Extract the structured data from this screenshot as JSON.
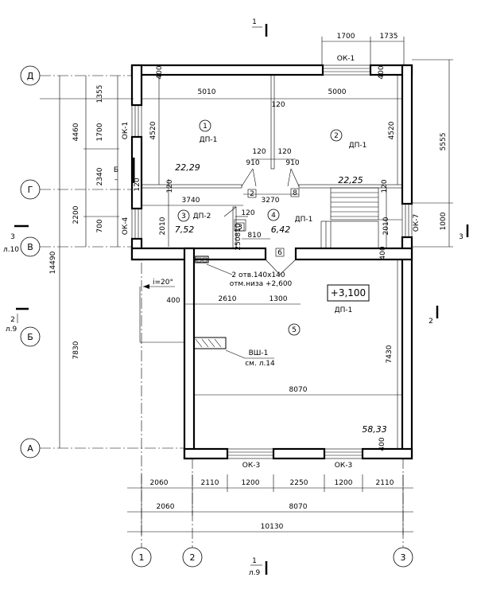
{
  "axes_letters": [
    "Д",
    "Г",
    "В",
    "Б",
    "А"
  ],
  "axes_numbers": [
    "1",
    "2",
    "3"
  ],
  "rooms": [
    {
      "num": "1",
      "label": "ДП-1",
      "area": "22,29"
    },
    {
      "num": "2",
      "label": "ДП-1",
      "area": "22,25"
    },
    {
      "num": "3",
      "label": "ДП-2",
      "area": "7,52"
    },
    {
      "num": "4",
      "label": "ДП-1",
      "area": "6,42"
    },
    {
      "num": "5",
      "label": "ДП-1",
      "area": "58,33"
    }
  ],
  "small_rooms": [
    "2",
    "3",
    "6",
    "8"
  ],
  "windows": {
    "ok1_top": "ОК-1",
    "ok1_left": "ОК-1",
    "ok4": "ОК-4",
    "ok7": "ОК-7",
    "ok3a": "ОК-3",
    "ok3b": "ОК-3"
  },
  "level_mark": "+3,100",
  "level_label": "ДП-1",
  "vent_shaft": {
    "label": "ВШ-1",
    "ref": "см. л.14"
  },
  "openings_note": {
    "line1": "2 отв.140х140",
    "line2": "отм.низа +2,600"
  },
  "slope": "i=20°",
  "sections": {
    "s1": {
      "num": "1",
      "sheet": "л.9"
    },
    "s2": {
      "num": "2",
      "sheet": "л.9"
    },
    "s3": {
      "num": "3",
      "sheet": "л.10"
    },
    "sB": {
      "num": "Б",
      "sheet": "–"
    }
  },
  "dims": {
    "top_1700": "1700",
    "top_1735": "1735",
    "left_1355": "1355",
    "left_4460": "4460",
    "left_1700": "1700",
    "left_2340": "2340",
    "left_700": "700",
    "left_2200": "2200",
    "left_14490": "14490",
    "left_7830": "7830",
    "right_5555": "5555",
    "right_1000": "1000",
    "r1_w": "5010",
    "r1_h": "4520",
    "r2_w": "5000",
    "r2_h": "4520",
    "p120a": "120",
    "p120b": "120",
    "p120c": "120",
    "p120d": "120",
    "p120e": "120",
    "p120f": "120",
    "p120g": "120",
    "p910a": "910",
    "p910b": "910",
    "p3270": "3270",
    "p3740": "3740",
    "p2010a": "2010",
    "p2010b": "2010",
    "p810a": "810",
    "p810b": "810",
    "p250": "250",
    "p400a": "400",
    "p400b": "400",
    "p400c": "400",
    "p400d": "400",
    "p400e": "400",
    "p2610": "2610",
    "p1300": "1300",
    "p8070i": "8070",
    "p7430": "7430",
    "b1_2060": "2060",
    "b1_2110a": "2110",
    "b1_1200a": "1200",
    "b1_2250": "2250",
    "b1_1200b": "1200",
    "b1_2110b": "2110",
    "b2_2060": "2060",
    "b2_8070": "8070",
    "b3_10130": "10130"
  }
}
